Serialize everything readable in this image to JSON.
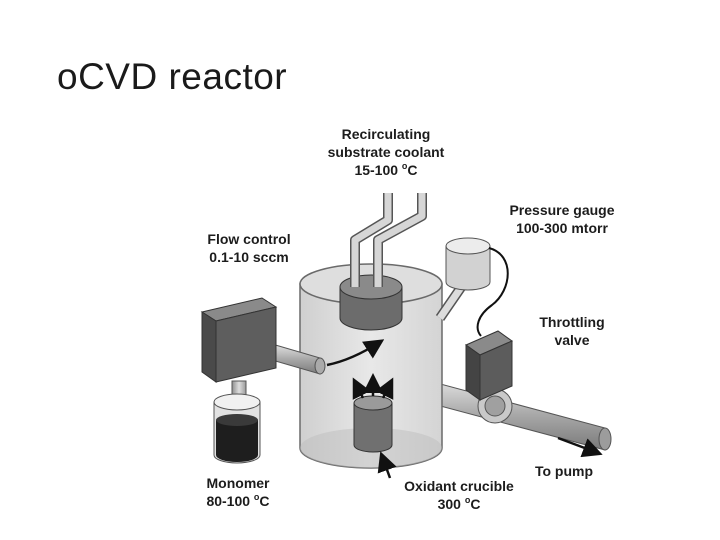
{
  "title": "oCVD reactor",
  "labels": {
    "coolant": {
      "line1": "Recirculating",
      "line2": "substrate coolant",
      "range": "15-100 ",
      "deg": "o",
      "unit": "C"
    },
    "pressure": {
      "line1": "Pressure gauge",
      "line2": "100-300 mtorr"
    },
    "flow": {
      "line1": "Flow control",
      "line2": "0.1-10 sccm"
    },
    "throttle": {
      "line1": "Throttling",
      "line2": "valve"
    },
    "monomer": {
      "line1": "Monomer",
      "range": "80-100 ",
      "deg": "o",
      "unit": "C"
    },
    "oxidant": {
      "line1": "Oxidant crucible",
      "range": "300 ",
      "deg": "o",
      "unit": "C"
    },
    "pump": {
      "line1": "To pump"
    }
  }
}
